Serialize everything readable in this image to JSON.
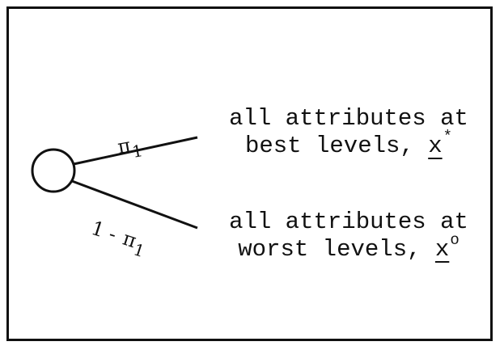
{
  "chance_node": {
    "icon": "circle-chance-node"
  },
  "branches": [
    {
      "prob_symbol": "π",
      "prob_subscript": "1",
      "outcome_line1": "all attributes at",
      "outcome_line2_text": "best levels, ",
      "outcome_var": "x",
      "outcome_sup": "*"
    },
    {
      "prob_prefix": "1 -",
      "prob_symbol": "π",
      "prob_subscript": "1",
      "outcome_line1": "all attributes at",
      "outcome_line2_text": "worst levels, ",
      "outcome_var": "x",
      "outcome_sup": "o"
    }
  ]
}
